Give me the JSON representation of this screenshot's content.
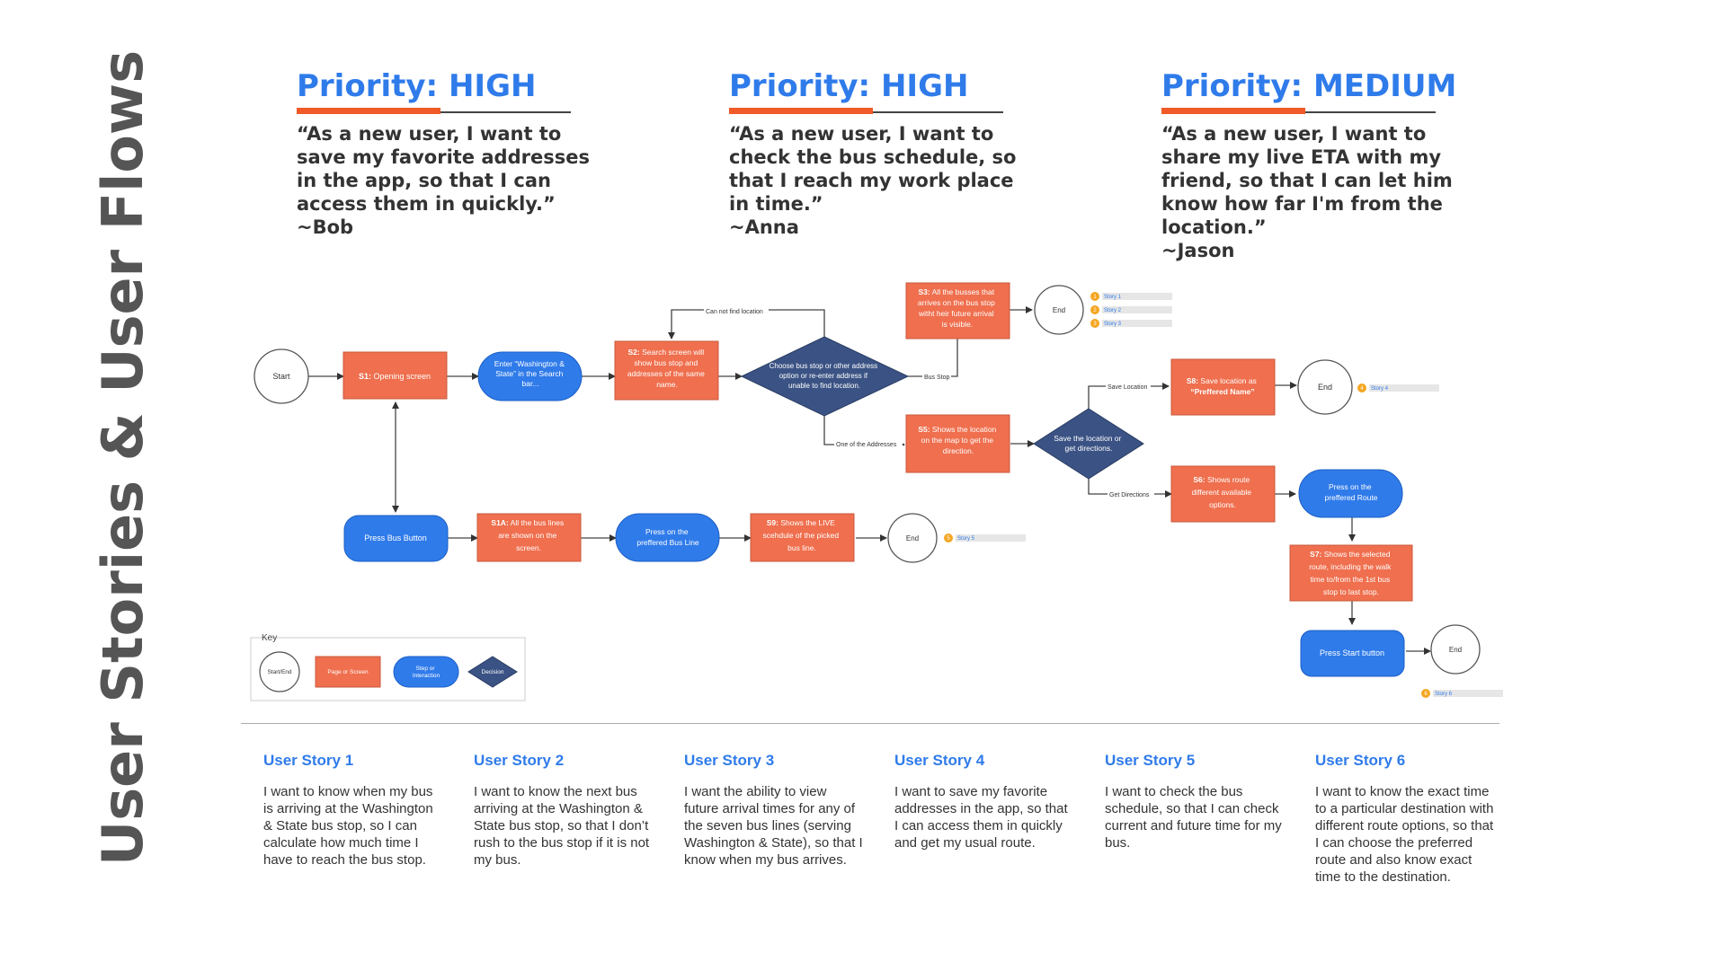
{
  "side_title": "User Stories & User Flows",
  "stories": [
    {
      "priority": "Priority: HIGH",
      "quote": "“As a new user, I want to save my favorite addresses in the app, so that I can access them in quickly.”",
      "author": "~Bob"
    },
    {
      "priority": "Priority: HIGH",
      "quote": "“As a new user, I want to check the bus schedule, so that I reach my work place in time.”",
      "author": "~Anna"
    },
    {
      "priority": "Priority: MEDIUM",
      "quote": "“As a new user, I want to share my live ETA with my friend, so that I can let him know how far I'm from the location.”",
      "author": "~Jason"
    }
  ],
  "flow": {
    "start": "Start",
    "s1": [
      "S1:",
      " Opening screen"
    ],
    "enter": [
      "Enter “Washington &",
      "State” in the Search",
      "bar..."
    ],
    "s2": [
      "S2:",
      " Search screen will",
      "show bus stop and",
      "addresses of the same",
      "name."
    ],
    "decision1": [
      "Choose bus stop or other address",
      "option or re-enter address if",
      "unable to find location."
    ],
    "cannot_find": "Can not find location",
    "bus_stop": "Bus Stop",
    "one_of": "One of the Addresses",
    "s3": [
      "S3:",
      " All the busses that",
      "arrives on the bus stop",
      "witht heir future arrival",
      "is visible."
    ],
    "end": "End",
    "story1": "Story 1",
    "story2": "Story 2",
    "story3": "Story 3",
    "story4": "Story 4",
    "story5": "Story 5",
    "story6": "Story 6",
    "s5": [
      "S5:",
      " Shows the location",
      "on the map to get the",
      "direction."
    ],
    "decision2": [
      "Save the location or",
      "get directions."
    ],
    "save_location": "Save Location",
    "get_directions": "Get Directions",
    "s8": [
      "S8:",
      " Save location as",
      "“Preffered Name”"
    ],
    "s6": [
      "S6:",
      " Shows route",
      "different available",
      "options."
    ],
    "press_route": [
      "Press on the",
      "preffered Route"
    ],
    "s7": [
      "S7:",
      " Shows the selected",
      "route, including the walk",
      "time to/from the 1st bus",
      "stop to last stop."
    ],
    "press_start": "Press Start button",
    "press_bus": "Press Bus Button",
    "s1a": [
      "S1A:",
      " All the bus lines",
      "are shown on the",
      "screen."
    ],
    "press_busline": [
      "Press on the",
      "preffered Bus Line"
    ],
    "s9": [
      "S9:",
      " Shows the LIVE",
      "scehdule of the picked",
      "bus line."
    ],
    "key_title": "Key",
    "key_start": "Start/End",
    "key_page": "Page or Screen",
    "key_step": [
      "Step or",
      "Interaction"
    ],
    "key_decision": "Decision"
  },
  "user_stories": [
    {
      "title": "User Story 1",
      "body": "I want to know when my bus is arriving at the Washington & State bus stop, so I can calculate how much time I have to reach the bus stop."
    },
    {
      "title": "User Story 2",
      "body": "I want to know the next bus arriving at the Washington & State bus stop, so that I don’t rush to the bus stop if it is not my bus."
    },
    {
      "title": "User Story 3",
      "body": "I want the ability to view future arrival times for any of the seven bus lines (serving Washington & State), so that I know when my bus arrives."
    },
    {
      "title": "User Story 4",
      "body": "I want to save my favorite addresses in the app, so that I can access them in quickly and get my usual route."
    },
    {
      "title": "User Story 5",
      "body": "I want to check the bus schedule, so that I can check current and future time for my bus."
    },
    {
      "title": "User Story 6",
      "body": "I want to know the exact time to a particular destination with different route options, so that I can choose the preferred route and also know exact time to the destination."
    }
  ],
  "colors": {
    "orange": "#ef6f4e",
    "blue": "#2f7bea",
    "navy": "#3b5384",
    "badge": "#f5a623"
  }
}
